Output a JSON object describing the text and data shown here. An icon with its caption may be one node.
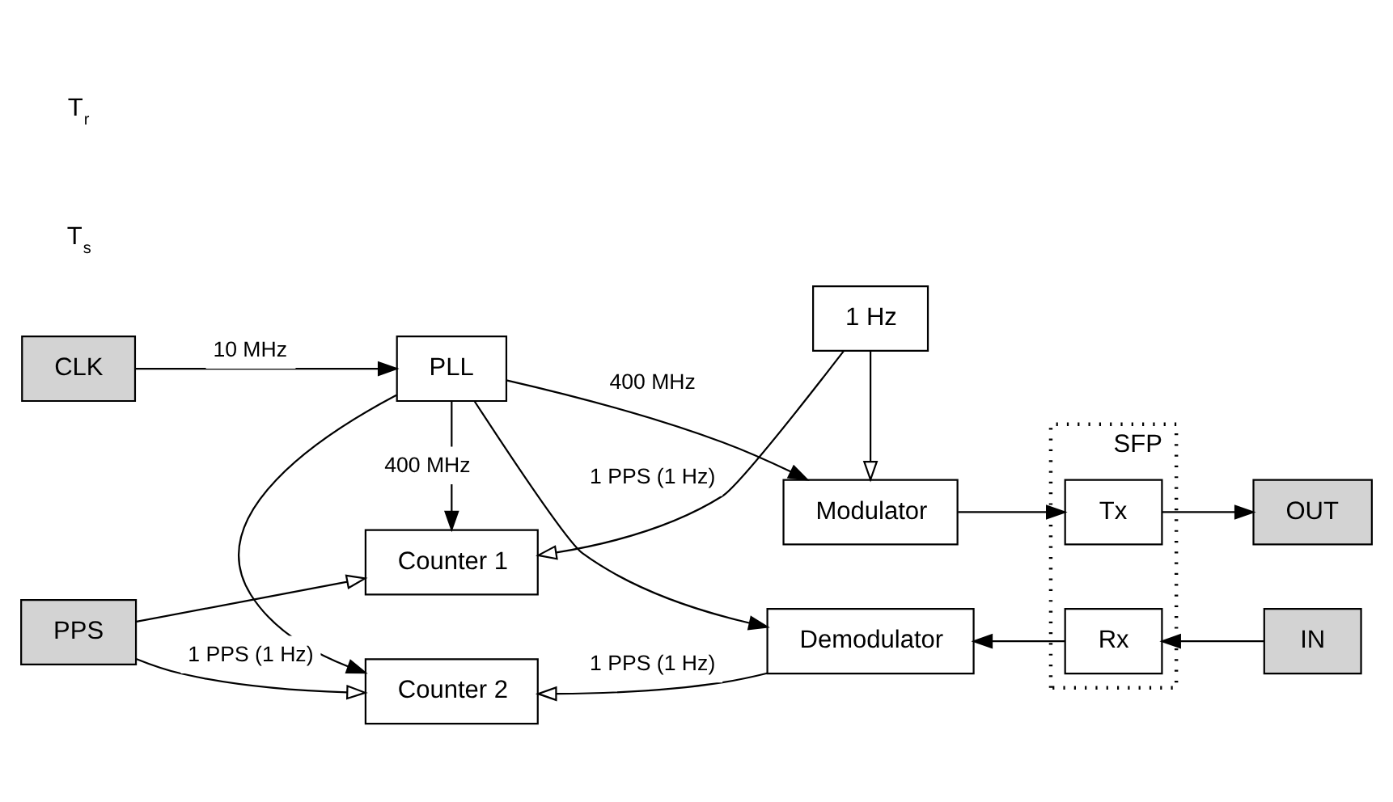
{
  "diagram": {
    "nodes": [
      {
        "text": [
          "CLK"
        ]
      },
      {
        "text": [
          "PLL"
        ]
      },
      {
        "text": [
          "PPS"
        ]
      },
      {
        "text": [
          "Modulator"
        ]
      },
      {
        "text": [
          "SFP"
        ]
      },
      {
        "text": [
          "Tx"
        ],
        "in": 4
      },
      {
        "text": [
          "OUT"
        ]
      },
      {
        "text": [
          "Counter 1"
        ]
      },
      {
        "text": [
          "1 Hz"
        ]
      },
      {
        "text": [
          "Counter 2"
        ]
      },
      {
        "text": [
          "Demodulator"
        ]
      },
      {
        "text": [
          "Rx"
        ],
        "in": 4
      },
      {
        "text": [
          "IN"
        ]
      }
    ],
    "edges": [
      {
        "from": 0,
        "to": 1,
        "arrow": "to",
        "label": "10 MHz"
      },
      {
        "from": 1,
        "to": 3,
        "arrow": "to",
        "label": "400 MHz"
      },
      {
        "from": 1,
        "to": 7,
        "arrow": "to",
        "label": "400 MHz"
      },
      {
        "from": 1,
        "to": 9,
        "arrow": "to"
      },
      {
        "from": 1,
        "to": 10,
        "arrow": "to"
      },
      {
        "from": 3,
        "to": 5,
        "arrow": "to"
      },
      {
        "from": 5,
        "to": 6,
        "arrow": "to"
      },
      {
        "from": 2,
        "to": 7,
        "arrow": "to"
      },
      {
        "from": 2,
        "to": 9,
        "arrow": "to",
        "label": "1 PPS (1 Hz)"
      },
      {
        "from": 8,
        "to": 7,
        "arrow": "to",
        "label": "1 PPS (1 Hz)"
      },
      {
        "from": 8,
        "to": 3,
        "arrow": "to"
      },
      {
        "from": 10,
        "to": 9,
        "arrow": "to",
        "label": "1 PPS (1 Hz)"
      },
      {
        "from": 11,
        "to": 10,
        "arrow": "to"
      },
      {
        "from": 12,
        "to": 11,
        "arrow": "to"
      }
    ],
    "labels": [
      "T$_{s}$",
      "T$_{r}$"
    ]
  }
}
